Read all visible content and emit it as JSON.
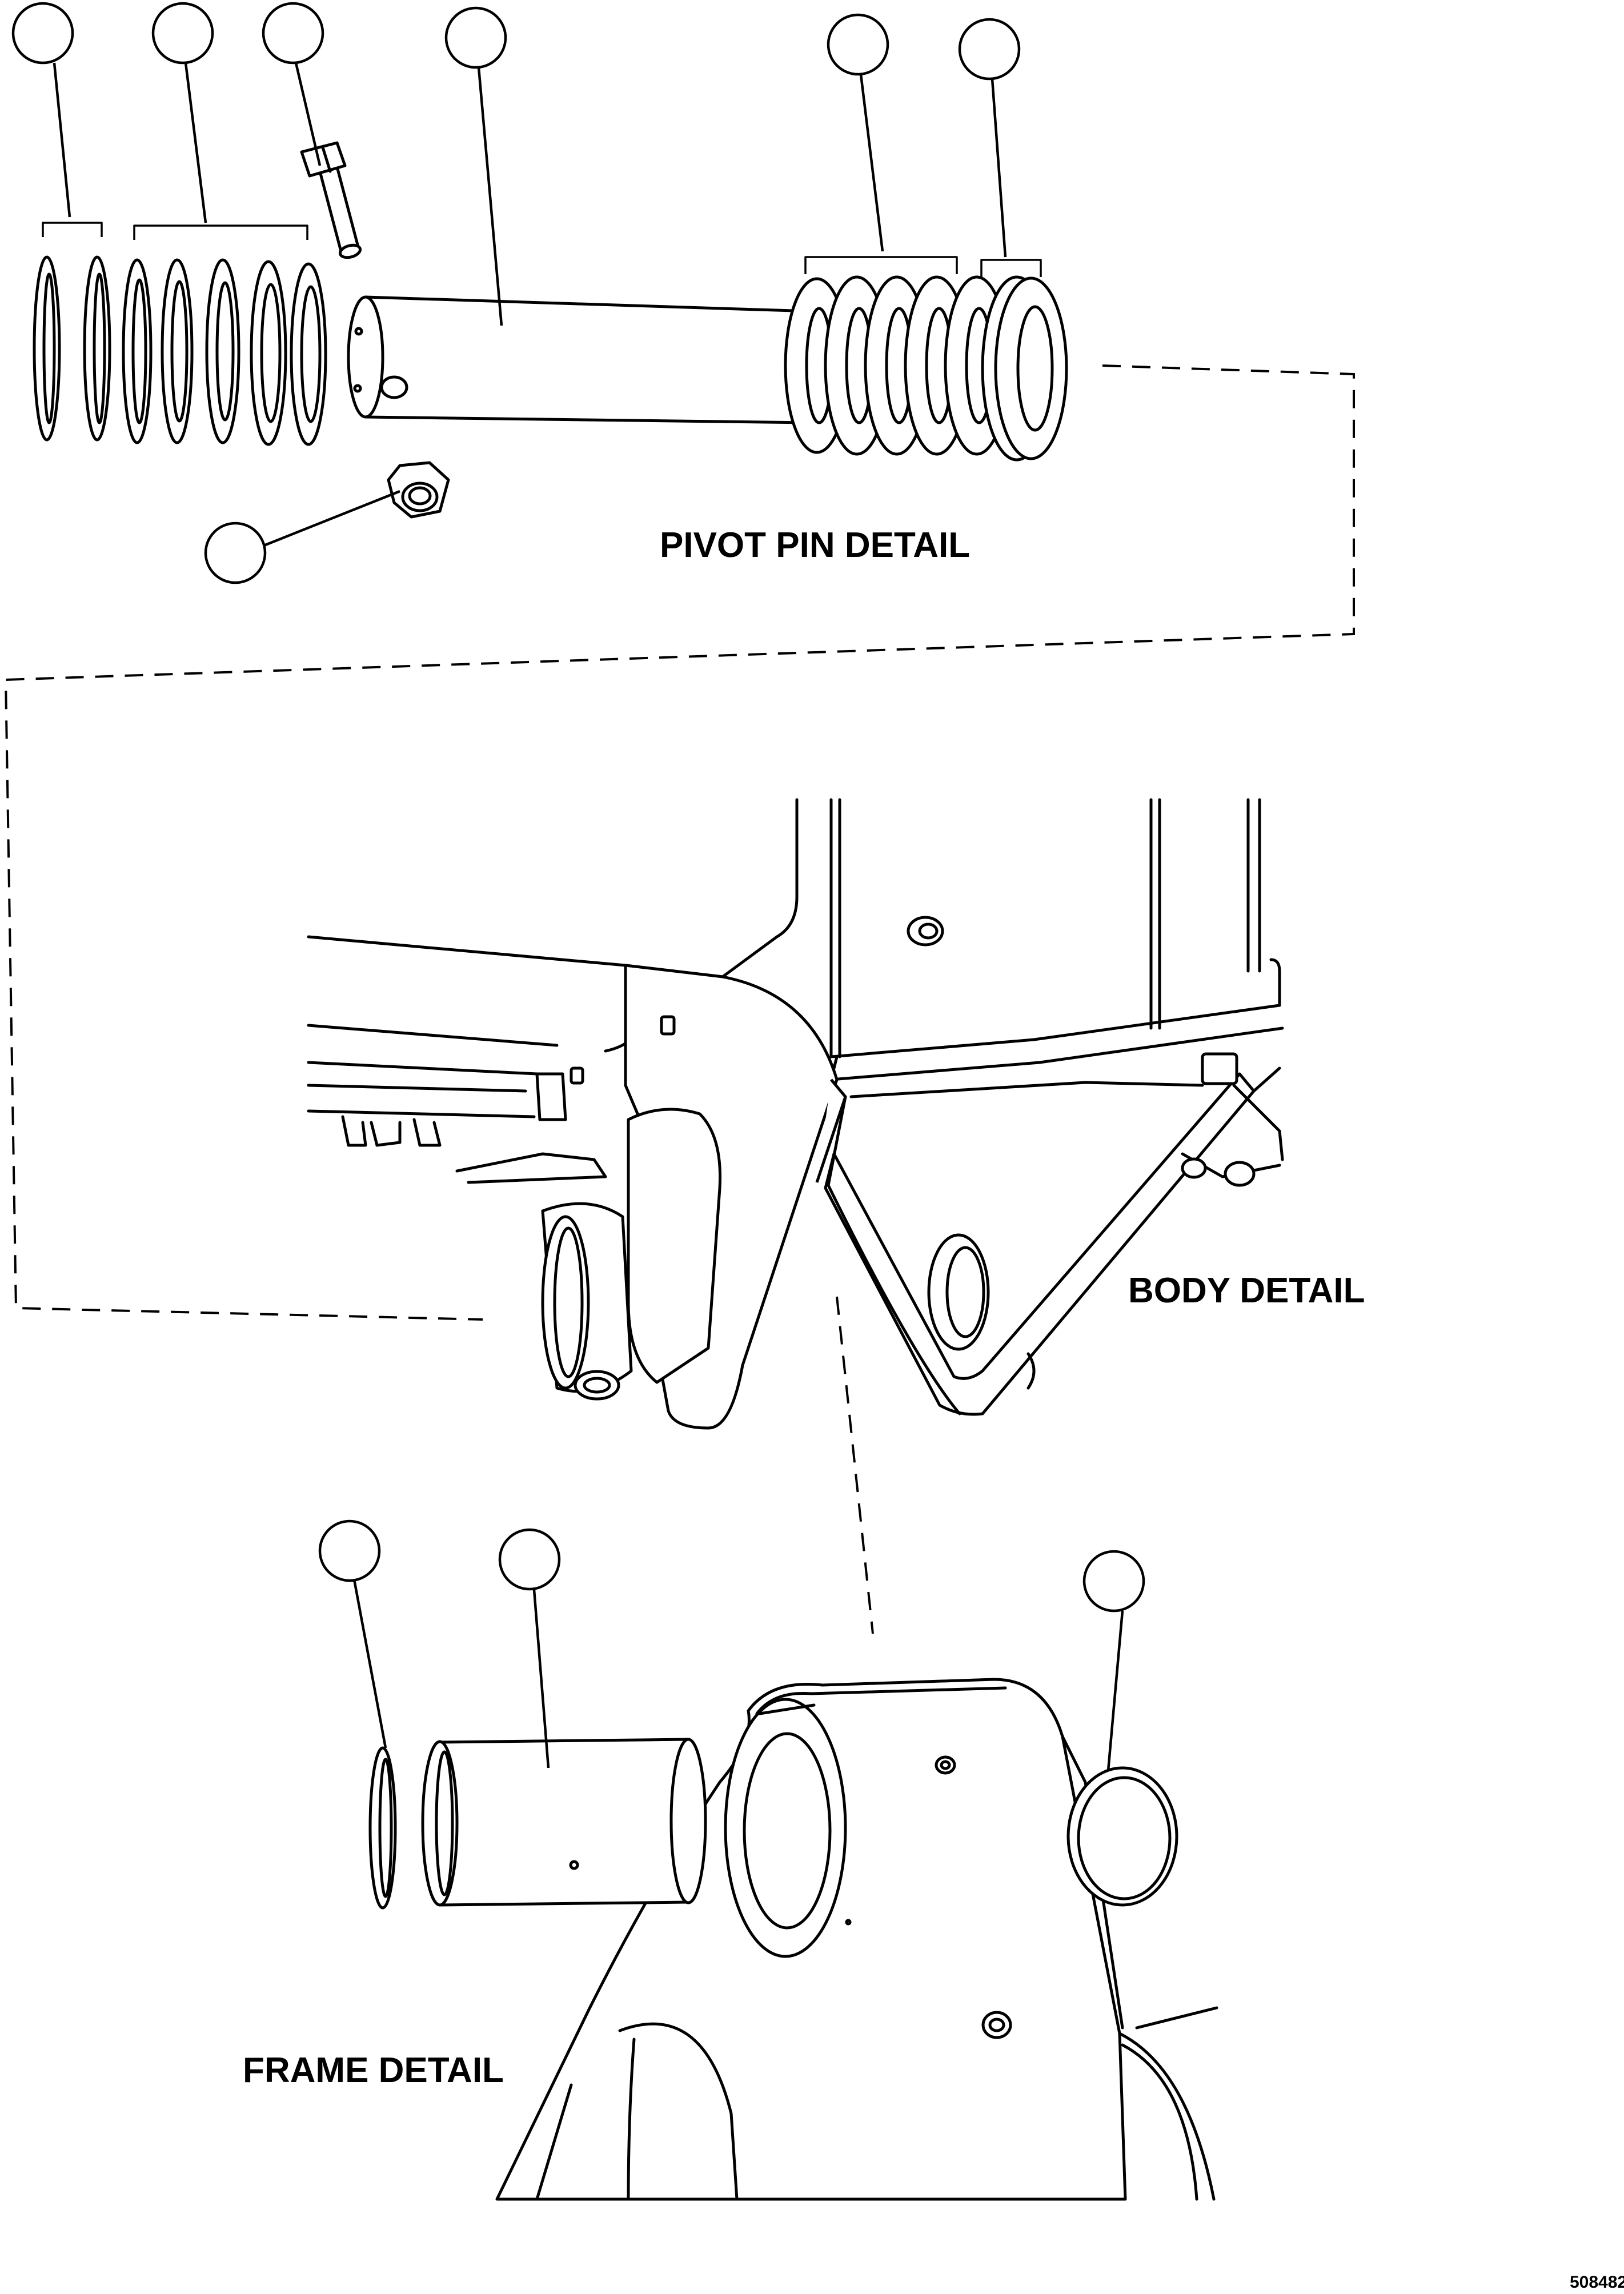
{
  "labels": {
    "pivot_pin_detail": "PIVOT PIN DETAIL",
    "body_detail": "BODY DETAIL",
    "frame_detail": "FRAME DETAIL"
  },
  "sheet_number": "508482"
}
